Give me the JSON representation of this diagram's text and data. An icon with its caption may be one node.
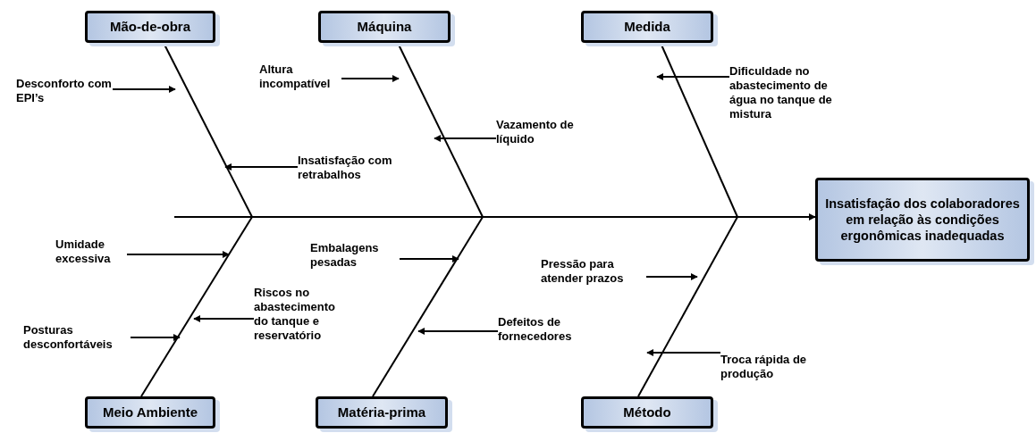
{
  "diagram": {
    "nodes": [
      {
        "text": [
          "Mão-de-obra"
        ]
      },
      {
        "text": [
          "Máquina"
        ]
      },
      {
        "text": [
          "Medida"
        ]
      },
      {
        "text": [
          "Meio Ambiente"
        ]
      },
      {
        "text": [
          "Matéria-prima"
        ]
      },
      {
        "text": [
          "Método"
        ]
      },
      {
        "text": [
          "Insatisfação dos colaboradores em relação às condições ergonômicas inadequadas"
        ]
      },
      {
        "text": [
          "Desconforto com EPI’s"
        ]
      },
      {
        "text": [
          "Insatisfação com retrabalhos"
        ]
      },
      {
        "text": [
          "Altura incompatível"
        ]
      },
      {
        "text": [
          "Vazamento de líquido"
        ]
      },
      {
        "text": [
          "Dificuldade no abastecimento de água no tanque de mistura"
        ]
      },
      {
        "text": [
          "Umidade excessiva"
        ]
      },
      {
        "text": [
          "Riscos no abastecimento do tanque e reservatório"
        ]
      },
      {
        "text": [
          "Posturas desconfortáveis"
        ]
      },
      {
        "text": [
          "Embalagens pesadas"
        ]
      },
      {
        "text": [
          "Defeitos de fornecedores"
        ]
      },
      {
        "text": [
          "Pressão para atender prazos"
        ]
      },
      {
        "text": [
          "Troca rápida de produção"
        ]
      }
    ],
    "edges": [
      {
        "from": null,
        "to": 6,
        "arrow": "to"
      },
      {
        "from": 0,
        "to": null,
        "arrow": "none"
      },
      {
        "from": 1,
        "to": null,
        "arrow": "none"
      },
      {
        "from": 2,
        "to": null,
        "arrow": "none"
      },
      {
        "from": 3,
        "to": null,
        "arrow": "none"
      },
      {
        "from": 4,
        "to": null,
        "arrow": "none"
      },
      {
        "from": 5,
        "to": null,
        "arrow": "none"
      },
      {
        "from": 7,
        "to": null,
        "arrow": "to"
      },
      {
        "from": 8,
        "to": null,
        "arrow": "to"
      },
      {
        "from": 9,
        "to": null,
        "arrow": "to"
      },
      {
        "from": 10,
        "to": null,
        "arrow": "to"
      },
      {
        "from": 11,
        "to": null,
        "arrow": "to"
      },
      {
        "from": 12,
        "to": null,
        "arrow": "to"
      },
      {
        "from": 13,
        "to": null,
        "arrow": "to"
      },
      {
        "from": 14,
        "to": null,
        "arrow": "to"
      },
      {
        "from": 15,
        "to": null,
        "arrow": "to"
      },
      {
        "from": 16,
        "to": null,
        "arrow": "to"
      },
      {
        "from": 17,
        "to": null,
        "arrow": "to"
      },
      {
        "from": 18,
        "to": null,
        "arrow": "to"
      }
    ]
  }
}
